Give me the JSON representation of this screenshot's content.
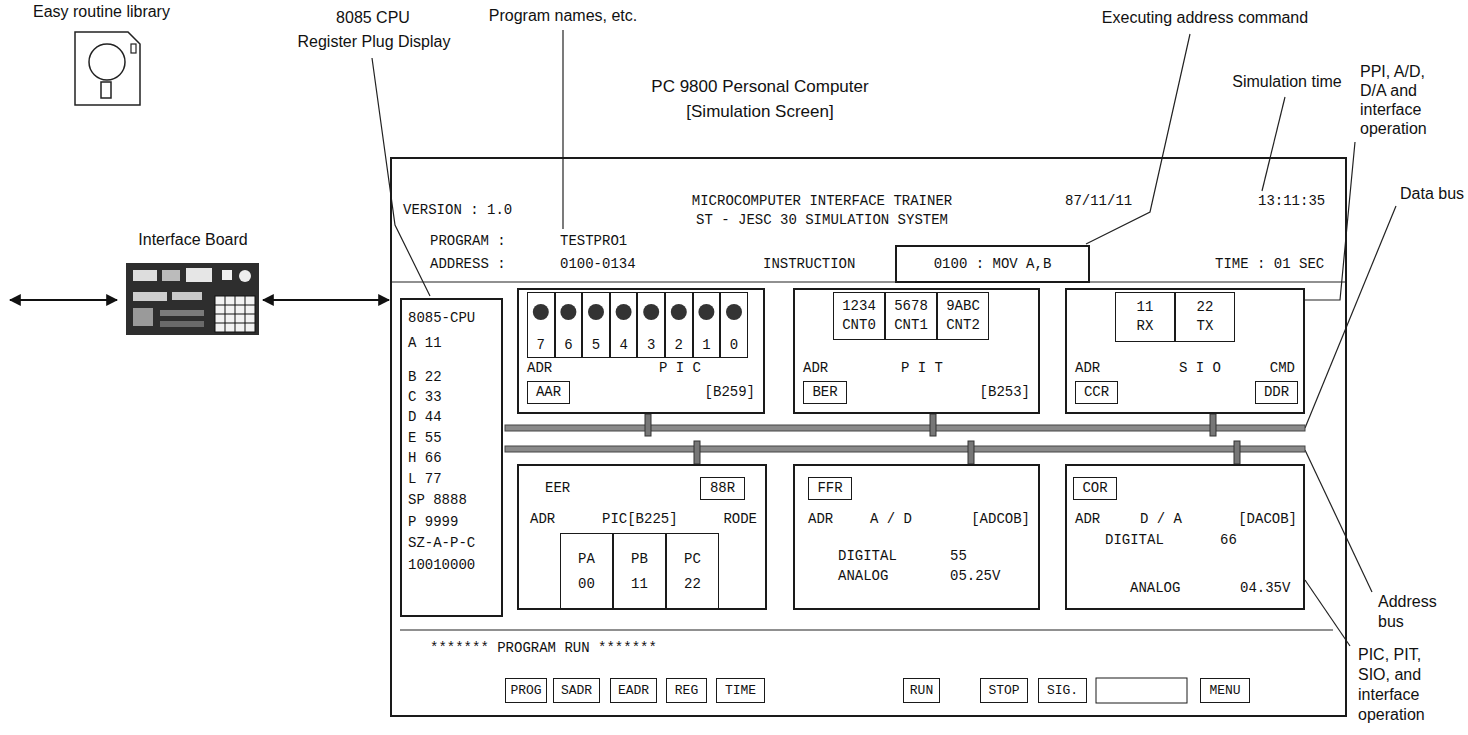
{
  "diagram": {
    "nodes": [
      {
        "text": [
          "Interface Board"
        ]
      },
      {
        "text": [
          "PC 9800 Personal Computer",
          "[Simulation Screen]",
          "VERSION : 1.0",
          "MICROCOMPUTER INTERFACE TRAINER",
          "ST - JESC 30 SIMULATION SYSTEM",
          "87/11/11",
          "13:11:35",
          "PROGRAM :",
          "TESTPRO1",
          "ADDRESS :",
          "0100-0134",
          "INSTRUCTION",
          "TIME : 01 SEC",
          "******* PROGRAM RUN *******"
        ]
      },
      {
        "text": [
          "0100 : MOV A,B"
        ],
        "in": 1
      },
      {
        "text": [
          "8085-CPU",
          "A 11",
          "B 22",
          "C 33",
          "D 44",
          "E 55",
          "H 66",
          "L 77",
          "SP 8888",
          "P 9999",
          "SZ-A-P-C",
          "10010000"
        ],
        "in": 1
      },
      {
        "text": [
          "ADR",
          "P I C",
          "[B259]"
        ],
        "in": 1
      },
      {
        "text": [
          "7"
        ],
        "in": 4
      },
      {
        "text": [
          "6"
        ],
        "in": 4
      },
      {
        "text": [
          "5"
        ],
        "in": 4
      },
      {
        "text": [
          "4"
        ],
        "in": 4
      },
      {
        "text": [
          "3"
        ],
        "in": 4
      },
      {
        "text": [
          "2"
        ],
        "in": 4
      },
      {
        "text": [
          "1"
        ],
        "in": 4
      },
      {
        "text": [
          "0"
        ],
        "in": 4
      },
      {
        "text": [
          "AAR"
        ],
        "in": 4
      },
      {
        "text": [
          "ADR",
          "P I T",
          "[B253]"
        ],
        "in": 1
      },
      {
        "text": [
          "1234",
          "CNT0"
        ],
        "in": 14
      },
      {
        "text": [
          "5678",
          "CNT1"
        ],
        "in": 14
      },
      {
        "text": [
          "9ABC",
          "CNT2"
        ],
        "in": 14
      },
      {
        "text": [
          "BER"
        ],
        "in": 14
      },
      {
        "text": [
          "ADR",
          "S I O",
          "CMD"
        ],
        "in": 1
      },
      {
        "text": [
          "11",
          "RX"
        ],
        "in": 19
      },
      {
        "text": [
          "22",
          "TX"
        ],
        "in": 19
      },
      {
        "text": [
          "CCR"
        ],
        "in": 19
      },
      {
        "text": [
          "DDR"
        ],
        "in": 19
      },
      {
        "text": [
          "EER",
          "ADR",
          "PIC[B225]",
          "RODE"
        ],
        "in": 1
      },
      {
        "text": [
          "88R"
        ],
        "in": 24
      },
      {
        "text": [
          "PA",
          "00"
        ],
        "in": 24
      },
      {
        "text": [
          "PB",
          "11"
        ],
        "in": 24
      },
      {
        "text": [
          "PC",
          "22"
        ],
        "in": 24
      },
      {
        "text": [
          "ADR",
          "A / D",
          "[ADCOB]",
          "DIGITAL",
          "55",
          "ANALOG",
          "05.25V"
        ],
        "in": 1
      },
      {
        "text": [
          "FFR"
        ],
        "in": 29
      },
      {
        "text": [
          "ADR",
          "D / A",
          "[DACOB]",
          "DIGITAL",
          "66",
          "ANALOG",
          "04.35V"
        ],
        "in": 1
      },
      {
        "text": [
          "COR"
        ],
        "in": 31
      },
      {
        "text": [
          "PROG"
        ],
        "in": 1
      },
      {
        "text": [
          "SADR"
        ],
        "in": 1
      },
      {
        "text": [
          "EADR"
        ],
        "in": 1
      },
      {
        "text": [
          "REG"
        ],
        "in": 1
      },
      {
        "text": [
          "TIME"
        ],
        "in": 1
      },
      {
        "text": [
          "RUN"
        ],
        "in": 1
      },
      {
        "text": [
          "STOP"
        ],
        "in": 1
      },
      {
        "text": [
          "SIG."
        ],
        "in": 1
      },
      {
        "text": [
          "MENU"
        ],
        "in": 1
      }
    ],
    "edges": [
      {
        "from": 0,
        "to": 1,
        "arrow": "both"
      }
    ],
    "labels": [
      "8085 CPU",
      "Register Plug Display",
      "Program names, etc.",
      "Executing address command",
      "Simulation time",
      "PPI, A/D, D/A and interface operation",
      "Data bus",
      "Address bus",
      "PIC, PIT, SIO, and interface operation",
      "Easy routine library"
    ]
  }
}
